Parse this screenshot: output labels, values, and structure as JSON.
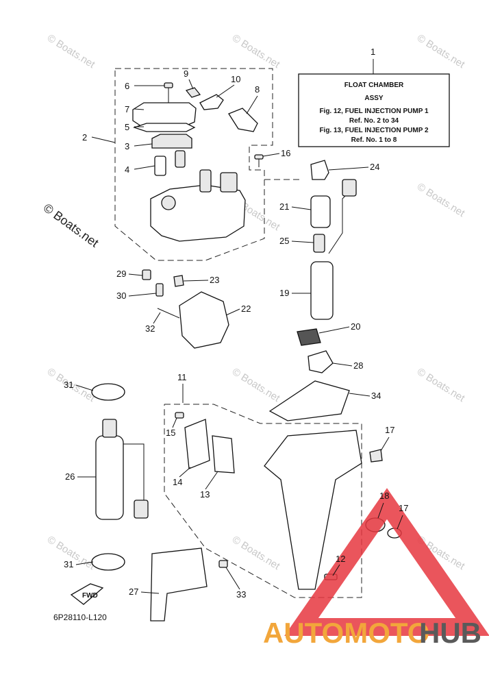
{
  "watermark": {
    "text": "© Boats.net",
    "side_text": "© Boats.net"
  },
  "callout_box": {
    "line1": "FLOAT CHAMBER",
    "line2": "ASSY",
    "line3": "Fig. 12, FUEL INJECTION PUMP 1",
    "line4": "Ref. No. 2 to 34",
    "line5": "Fig. 13, FUEL INJECTION PUMP 2",
    "line6": "Ref. No. 1 to 8"
  },
  "diagram_code": "6P28110-L120",
  "fwd_label": "FWD",
  "brand_logo": {
    "part1": "AUTOMOTO",
    "part2": "HUB"
  },
  "parts": [
    {
      "id": "p1",
      "label": "1"
    },
    {
      "id": "p2",
      "label": "2"
    },
    {
      "id": "p3",
      "label": "3"
    },
    {
      "id": "p4",
      "label": "4"
    },
    {
      "id": "p5",
      "label": "5"
    },
    {
      "id": "p6",
      "label": "6"
    },
    {
      "id": "p7",
      "label": "7"
    },
    {
      "id": "p8",
      "label": "8"
    },
    {
      "id": "p9",
      "label": "9"
    },
    {
      "id": "p10",
      "label": "10"
    },
    {
      "id": "p11",
      "label": "11"
    },
    {
      "id": "p12",
      "label": "12"
    },
    {
      "id": "p13",
      "label": "13"
    },
    {
      "id": "p14",
      "label": "14"
    },
    {
      "id": "p15",
      "label": "15"
    },
    {
      "id": "p16",
      "label": "16"
    },
    {
      "id": "p17a",
      "label": "17"
    },
    {
      "id": "p17b",
      "label": "17"
    },
    {
      "id": "p18",
      "label": "18"
    },
    {
      "id": "p19",
      "label": "19"
    },
    {
      "id": "p20",
      "label": "20"
    },
    {
      "id": "p21",
      "label": "21"
    },
    {
      "id": "p22",
      "label": "22"
    },
    {
      "id": "p23",
      "label": "23"
    },
    {
      "id": "p24",
      "label": "24"
    },
    {
      "id": "p25",
      "label": "25"
    },
    {
      "id": "p26",
      "label": "26"
    },
    {
      "id": "p27",
      "label": "27"
    },
    {
      "id": "p28",
      "label": "28"
    },
    {
      "id": "p29",
      "label": "29"
    },
    {
      "id": "p30",
      "label": "30"
    },
    {
      "id": "p31a",
      "label": "31"
    },
    {
      "id": "p31b",
      "label": "31"
    },
    {
      "id": "p32",
      "label": "32"
    },
    {
      "id": "p33",
      "label": "33"
    },
    {
      "id": "p34",
      "label": "34"
    }
  ]
}
